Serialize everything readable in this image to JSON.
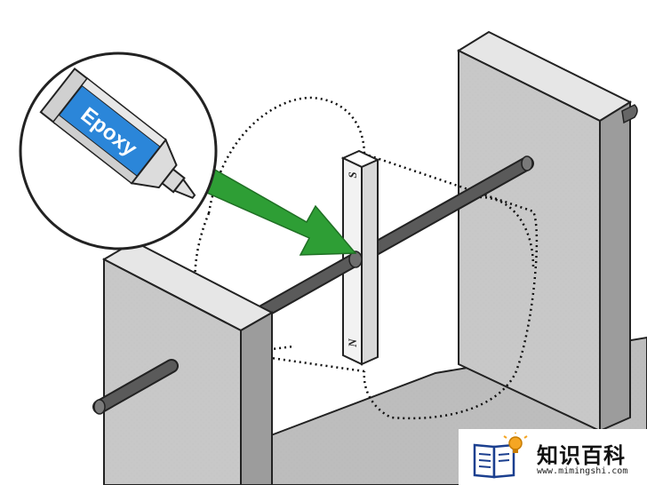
{
  "illustration": {
    "tube_label": "Epoxy",
    "magnet_pole_top": "S",
    "magnet_pole_bottom": "N",
    "colors": {
      "block_front": "#c8c8c8",
      "block_top": "#e6e6e6",
      "block_side": "#9c9c9c",
      "axle": "#555555",
      "magnet": "#f2f2f2",
      "arrow": "#2e9e35",
      "tube_blue": "#2b86d9",
      "outline": "#222222"
    }
  },
  "watermark": {
    "title": "知识百科",
    "url": "www.mimingshi.com"
  }
}
